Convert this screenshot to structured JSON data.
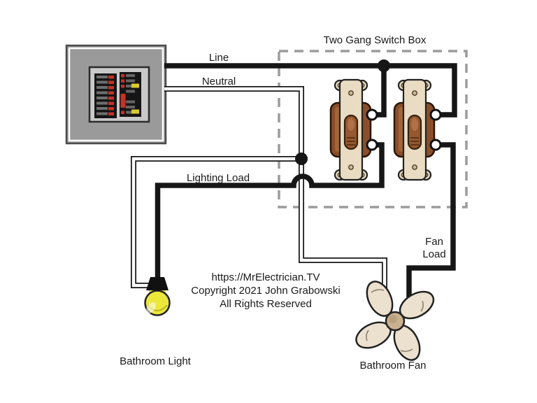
{
  "diagram": {
    "switch_box_title": "Two Gang Switch Box",
    "wire_labels": {
      "line": "Line",
      "neutral": "Neutral",
      "lighting_load": "Lighting Load",
      "fan_load_line1": "Fan",
      "fan_load_line2": "Load"
    },
    "device_labels": {
      "bathroom_light": "Bathroom Light",
      "bathroom_fan": "Bathroom Fan"
    },
    "watermark": {
      "line1": "https://MrElectrician.TV",
      "line2": "Copyright 2021 John Grabowski",
      "line3": "All Rights Reserved"
    },
    "colors": {
      "background": "#ffffff",
      "wire_black": "#161616",
      "neutral_white": "#ffffff",
      "switch_box_dash": "#9c9c9c",
      "panel_gray": "#9a9a9a",
      "panel_inner_gray": "#c9c9c9",
      "breaker_dark": "#151515",
      "breaker_red": "#c53227",
      "breaker_yellow": "#d9c92f",
      "switch_plate_cream": "#e9dcc3",
      "switch_body_brown": "#8a4f2a",
      "toggle_brown": "#96582e",
      "terminal_white": "#ffffff",
      "bulb_yellow": "#ede73c",
      "fan_blade_cream": "#ece0cf",
      "fan_hub_tan": "#c9b190"
    }
  }
}
